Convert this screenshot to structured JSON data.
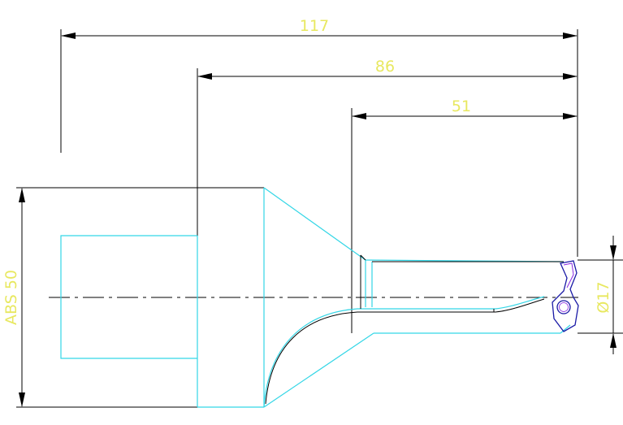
{
  "dimensions": {
    "overall_length": "117",
    "body_length": "86",
    "flute_length": "51",
    "shank_diameter": "ABS 50",
    "drill_diameter": "Ø17"
  },
  "colors": {
    "background": "#ffffff",
    "dimension_text": "#e8e860",
    "dimension_lines": "#000000",
    "outline_cyan": "#33d6e6",
    "insert_blue": "#1a1aa6",
    "insert_purple": "#8a2be2"
  }
}
